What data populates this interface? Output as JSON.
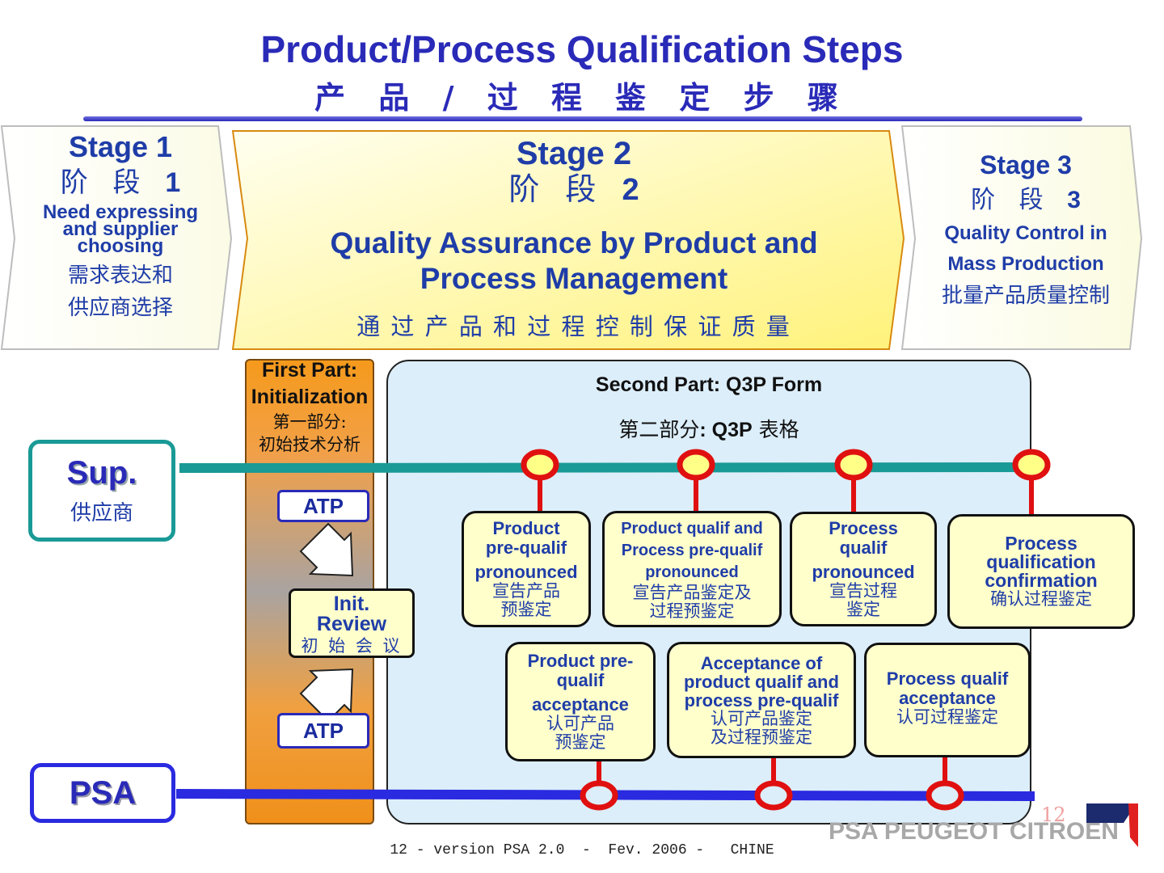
{
  "header": {
    "title": "Product/Process Qualification Steps",
    "subtitle": "产 品 / 过 程 鉴 定 步 骤"
  },
  "stages": {
    "stage1": {
      "heading": "Stage 1",
      "cn_word": "阶 段",
      "cn_num": "1",
      "desc_en": [
        "Need expressing",
        "and supplier",
        "choosing"
      ],
      "desc_cn": [
        "需求表达和",
        "供应商选择"
      ]
    },
    "stage2": {
      "heading": "Stage 2",
      "cn_word": "阶 段",
      "cn_num": "2",
      "desc_en": [
        "Quality Assurance by Product and",
        "Process Management"
      ],
      "desc_cn": "通 过 产 品 和 过 程 控 制 保 证 质 量"
    },
    "stage3": {
      "heading": "Stage 3",
      "cn_word": "阶 段",
      "cn_num": "3",
      "desc_en": [
        "Quality Control in",
        "Mass Production"
      ],
      "desc_cn": "批量产品质量控制"
    }
  },
  "lanes": {
    "supplier": {
      "label": "Sup.",
      "cn": "供应商",
      "color": "#1a9a96"
    },
    "psa": {
      "label": "PSA",
      "color": "#2a2ae0"
    }
  },
  "first_part": {
    "title": [
      "First Part:",
      "Initialization"
    ],
    "cn": [
      "第一部分:",
      "初始技术分析"
    ],
    "atp_top": "ATP",
    "atp_bottom": "ATP",
    "init_review": [
      "Init.",
      "Review",
      "初 始 会 议"
    ]
  },
  "second_part": {
    "title": "Second Part: Q3P Form",
    "cn_prefix": "第二部分",
    "cn_bold": ": Q3P",
    "cn_suffix": " 表格"
  },
  "supplier_cards": [
    {
      "en": [
        "Product",
        "pre-qualif",
        "pronounced"
      ],
      "cn": [
        "宣告产品",
        "预鉴定"
      ]
    },
    {
      "en": [
        "Product qualif and",
        "Process pre-qualif",
        "pronounced"
      ],
      "cn": [
        "宣告产品鉴定及",
        "过程预鉴定"
      ]
    },
    {
      "en": [
        "Process",
        "qualif",
        "pronounced"
      ],
      "cn": [
        "宣告过程",
        "鉴定"
      ]
    },
    {
      "en": [
        "Process",
        "qualification",
        "confirmation"
      ],
      "cn": [
        "确认过程鉴定"
      ]
    }
  ],
  "psa_cards": [
    {
      "en": [
        "Product pre-",
        "qualif",
        "acceptance"
      ],
      "cn": [
        "认可产品",
        "预鉴定"
      ]
    },
    {
      "en": [
        "Acceptance of",
        "product qualif and",
        "process pre-qualif"
      ],
      "cn": [
        "认可产品鉴定",
        "及过程预鉴定"
      ]
    },
    {
      "en": [
        "Process qualif",
        "acceptance"
      ],
      "cn": [
        "认可过程鉴定"
      ]
    }
  ],
  "colors": {
    "title": "#2a2ab8",
    "milestone": "#e01010",
    "card_fill": "#ffffcc",
    "stage2_fill": "#fff27a",
    "first_part_fill": "#f0901a",
    "second_part_fill": "#dceefa"
  },
  "footer": {
    "text": "12 - version PSA 2.0  -  Fev. 2006 -   CHINE",
    "page_number": "12",
    "brand": "PSA PEUGEOT CITROËN"
  }
}
